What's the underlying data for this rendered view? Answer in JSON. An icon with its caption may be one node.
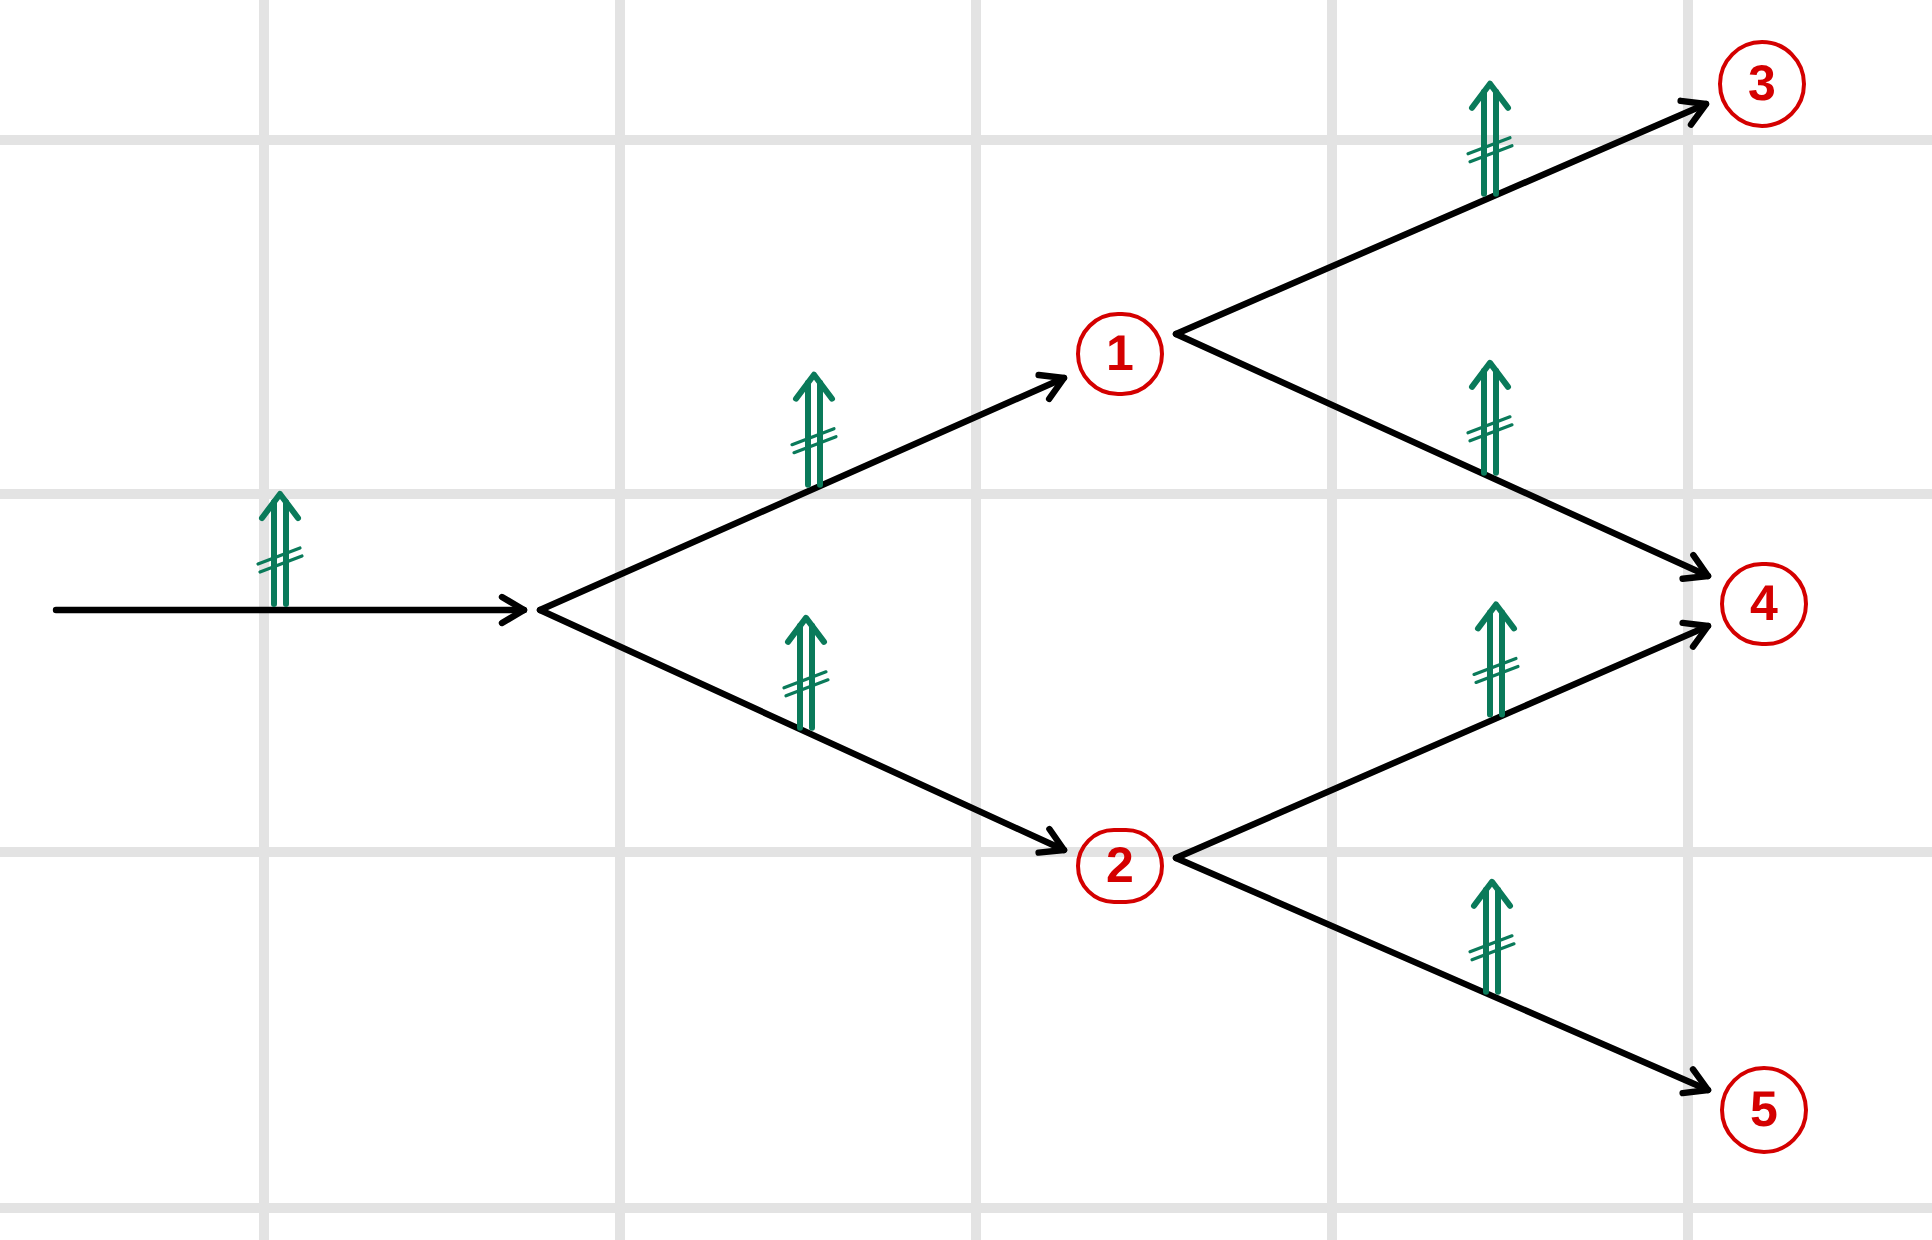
{
  "diagram": {
    "nodes": [
      {
        "text": [
          "1"
        ]
      },
      {
        "text": [
          "2"
        ]
      },
      {
        "text": [
          "3"
        ]
      },
      {
        "text": [
          "4"
        ]
      },
      {
        "text": [
          "5"
        ]
      }
    ],
    "edges": [
      {
        "from": null,
        "to": 0,
        "arrow": "to"
      },
      {
        "from": null,
        "to": 1,
        "arrow": "to"
      },
      {
        "from": 0,
        "to": 2,
        "arrow": "to"
      },
      {
        "from": 0,
        "to": 3,
        "arrow": "to"
      },
      {
        "from": 1,
        "to": 3,
        "arrow": "to"
      },
      {
        "from": 1,
        "to": 4,
        "arrow": "to"
      }
    ]
  }
}
